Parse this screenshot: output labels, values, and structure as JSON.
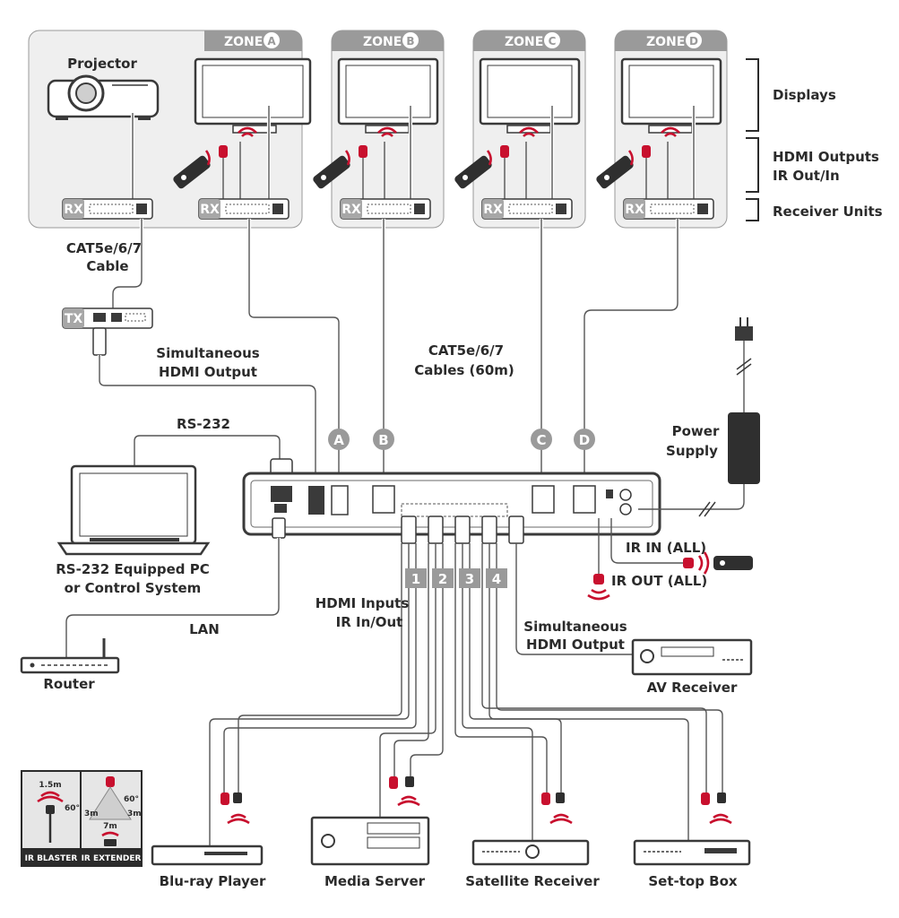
{
  "zones": [
    {
      "id": "zone-a",
      "label": "ZONE",
      "letter": "A"
    },
    {
      "id": "zone-b",
      "label": "ZONE",
      "letter": "B"
    },
    {
      "id": "zone-c",
      "label": "ZONE",
      "letter": "C"
    },
    {
      "id": "zone-d",
      "label": "ZONE",
      "letter": "D"
    }
  ],
  "labels": {
    "projector": "Projector",
    "displays": "Displays",
    "hdmi_outputs_1": "HDMI Outputs",
    "hdmi_outputs_2": "IR Out/In",
    "receiver_units": "Receiver Units",
    "cat_cable_1": "CAT5e/6/7",
    "cat_cable_2": "Cable",
    "simul_hdmi_1": "Simultaneous",
    "simul_hdmi_2": "HDMI Output",
    "cat_cables_1": "CAT5e/6/7",
    "cat_cables_2": "Cables (60m)",
    "rs232": "RS-232",
    "power_1": "Power",
    "power_2": "Supply",
    "pc_1": "RS-232 Equipped PC",
    "pc_2": "or Control System",
    "ir_in_all": "IR IN (ALL)",
    "ir_out_all": "IR OUT (ALL)",
    "hdmi_inputs_1": "HDMI Inputs",
    "hdmi_inputs_2": "IR In/Out",
    "lan": "LAN",
    "router": "Router",
    "simul_hdmi_out_1": "Simultaneous",
    "simul_hdmi_out_2": "HDMI Output",
    "av_receiver": "AV Receiver",
    "bluray": "Blu-ray Player",
    "media_server": "Media Server",
    "satellite": "Satellite Receiver",
    "settop": "Set-top Box"
  },
  "unit_tags": {
    "rx": "RX",
    "tx": "TX"
  },
  "output_badges": [
    "A",
    "B",
    "C",
    "D"
  ],
  "input_badges": [
    "1",
    "2",
    "3",
    "4"
  ],
  "ir_legend": {
    "blaster_label": "IR BLASTER",
    "extender_label": "IR EXTENDER",
    "blaster_distance": "1.5m",
    "blaster_angle": "60°",
    "extender_angle": "60°",
    "extender_left": "3m",
    "extender_right": "3m",
    "extender_range": "7m"
  },
  "colors": {
    "zone_bg": "#efefef",
    "zone_tab": "#9a9a9a",
    "unit_gray": "#a7a7a7",
    "badge_gray": "#9a9a9a",
    "ir_red": "#c8102e",
    "legend_bg": "#e6e6e6"
  }
}
